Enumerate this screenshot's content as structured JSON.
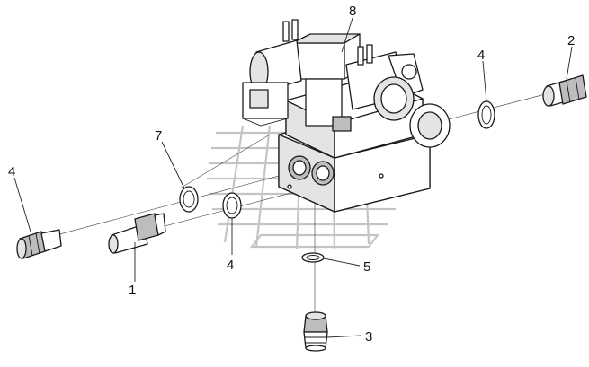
{
  "callouts": {
    "c1": "1",
    "c2": "2",
    "c3": "3",
    "c4_left": "4",
    "c4_mid": "4",
    "c4_right": "4",
    "c5": "5",
    "c7": "7",
    "c8": "8"
  },
  "colors": {
    "line": "#1a1a1a",
    "shade": "#e4e4e4",
    "watermark": "#c4c4c4"
  },
  "icons": {
    "watermark": "gear-watermark-icon"
  }
}
